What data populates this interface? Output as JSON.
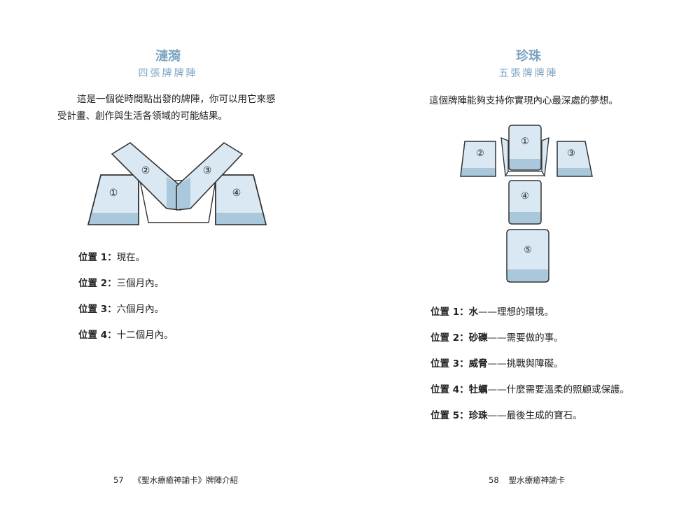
{
  "left": {
    "title": "漣漪",
    "subtitle": "四張牌牌陣",
    "intro": "這是一個從時間點出發的牌陣，你可以用它來感受計畫、創作與生活各領域的可能結果。",
    "intro_line1": "這是一個從時間點出發的牌陣，你可以用它來感",
    "intro_line2": "受計畫、創作與生活各領域的可能結果。",
    "card_labels": [
      "①",
      "②",
      "③",
      "④"
    ],
    "positions": [
      {
        "label": "位置 1：",
        "text": "現在。"
      },
      {
        "label": "位置 2：",
        "text": "三個月內。"
      },
      {
        "label": "位置 3：",
        "text": "六個月內。"
      },
      {
        "label": "位置 4：",
        "text": "十二個月內。"
      }
    ],
    "footer": {
      "page": "57",
      "text": "《聖水療癒神諭卡》牌陣介紹"
    }
  },
  "right": {
    "title": "珍珠",
    "subtitle": "五張牌牌陣",
    "intro": "這個牌陣能夠支持你實現內心最深處的夢想。",
    "card_labels": [
      "①",
      "②",
      "③",
      "④",
      "⑤"
    ],
    "positions": [
      {
        "label": "位置 1：",
        "name": "水",
        "dash": "——",
        "text": "理想的環境。"
      },
      {
        "label": "位置 2：",
        "name": "砂礫",
        "dash": "——",
        "text": "需要做的事。"
      },
      {
        "label": "位置 3：",
        "name": "威脅",
        "dash": "——",
        "text": "挑戰與障礙。"
      },
      {
        "label": "位置 4：",
        "name": "牡蠣",
        "dash": "——",
        "text": "什麼需要溫柔的照顧或保護。"
      },
      {
        "label": "位置 5：",
        "name": "珍珠",
        "dash": "——",
        "text": "最後生成的寶石。"
      }
    ],
    "footer": {
      "page": "58",
      "text": "聖水療癒神諭卡"
    }
  },
  "colors": {
    "accent": "#7aa2c0",
    "card_fill": "#d9e8f2",
    "card_band": "#a9c8dc",
    "stroke": "#333333"
  }
}
